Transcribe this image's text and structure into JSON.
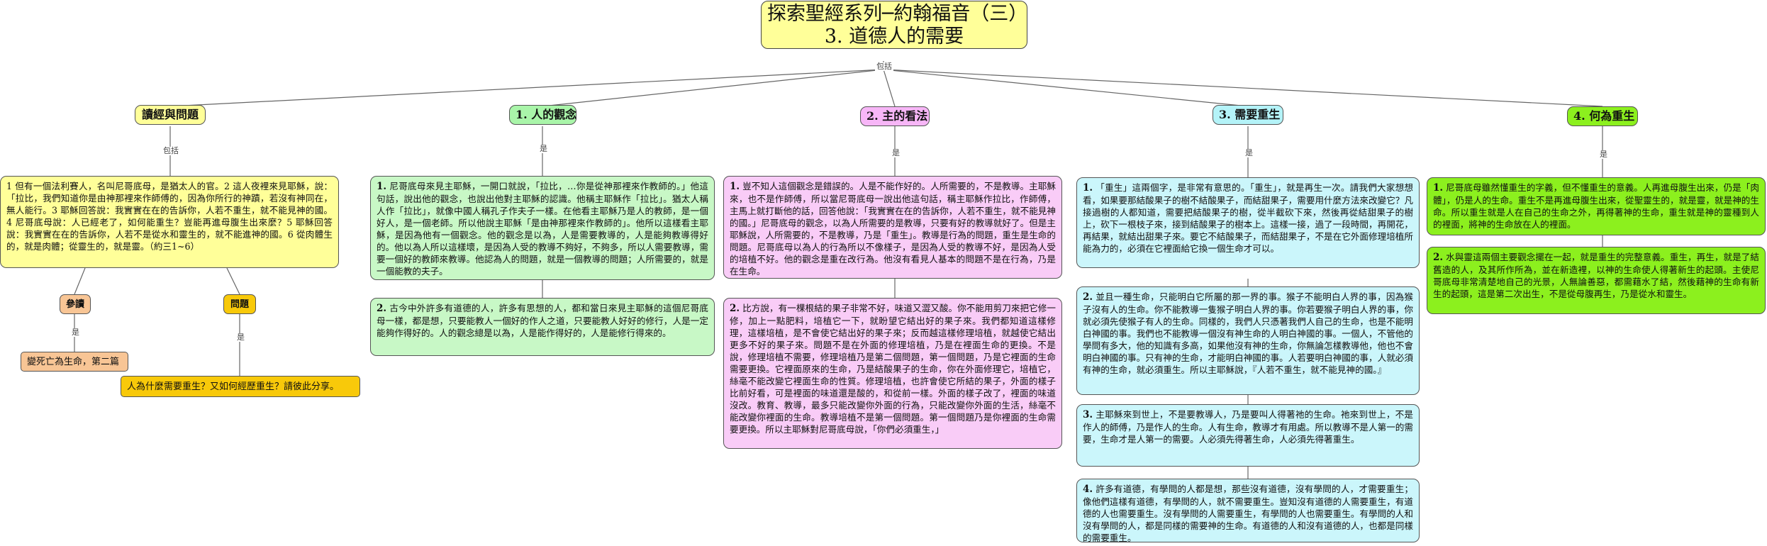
{
  "title": {
    "line1": "探索聖經系列─約翰福音（三）",
    "line2": "3. 道德人的需要"
  },
  "labels": {
    "includes": "包括",
    "is": "是"
  },
  "branches": [
    {
      "label": "讀經與問題"
    },
    {
      "label": "1. 人的觀念"
    },
    {
      "label": "2. 主的看法"
    },
    {
      "label": "3. 需要重生"
    },
    {
      "label": "4. 何為重生"
    }
  ],
  "reading": {
    "text": "1 但有一個法利賽人，名叫尼哥底母，是猶太人的官。2 這人夜裡來見耶穌，說：「拉比，我們知道你是由神那裡來作師傅的，因為你所行的神蹟，若沒有神同在，無人能行。3 耶穌回答說：我實實在在的告訴你，人若不重生，就不能見神的國。4 尼哥底母說：人已經老了，如何能重生？豈能再進母腹生出來麼？5 耶穌回答說：我實實在在的告訴你，人若不是從水和靈生的，就不能進神的國。6 從肉體生的，就是肉體；從靈生的，就是靈。（約三1~6）",
    "reference_label": "參讀",
    "reference_text": "變死亡為生命，第二篇",
    "question_label": "問題",
    "question_text": "人為什麼需要重生？又如何經歷重生？請彼此分享。"
  },
  "concept": [
    {
      "num": "1.",
      "text": "尼哥底母來見主耶穌，一開口就說，「拉比，…你是從神那裡來作教師的。」他這句話，說出他的觀念，也說出他對主耶穌的認識。他稱主耶穌作「拉比」。猶太人稱人作「拉比」，就像中國人稱孔子作夫子一樣。在他看主耶穌乃是人的教師，是一個好人，是一個老師。所以他說主耶穌「是由神那裡來作教師的」。他所以這樣看主耶穌，是因為他有一個觀念。他的觀念是以為，人是需要教導的，人是能夠教導得好的。他以為人所以這樣壞，是因為人受的教導不夠好，不夠多，所以人需要教導，需要一個好的教師來教導。他認為人的問題，就是一個教導的問題；人所需要的，就是一個能教的夫子。"
    },
    {
      "num": "2.",
      "text": "古今中外許多有道德的人，許多有思想的人，都和當日來見主耶穌的這個尼哥底母一樣，都是想，只要能教人一個好的作人之道，只要能教人好好的修行，人是一定能夠作得好的。人的觀念總是以為，人是能作得好的，人是能修行得來的。"
    }
  ],
  "view": [
    {
      "num": "1.",
      "text": "豈不知人這個觀念是錯誤的。人是不能作好的。人所需要的，不是教導。主耶穌來，也不是作師傅，所以當尼哥底母一說出他這句話，稱主耶穌作拉比，作師傅，主馬上就打斷他的話，回答他說：「我實實在在的告訴你，人若不重生，就不能見神的國。」尼哥底母的觀念，以為人所需要的是教導，只要有好的教導就好了。但是主耶穌說，人所需要的，不是教導，乃是「重生」。教導是行為的問題，重生是生命的問題。尼哥底母以為人的行為所以不像樣子，是因為人受的教導不好，是因為人受的培植不好。他的觀念是重在改行為。他沒有看見人基本的問題不是在行為，乃是在生命。"
    },
    {
      "num": "2.",
      "text": "比方說，有一棵根結的果子非常不好，味道又澀又酸。你不能用剪刀來把它修一修，加上一點肥料，培植它一下，就盼望它結出好的果子來。我們都知道這樣修理，這樣培植，是不會使它結出好的果子來；反而越這樣修理培植，就越使它結出更多不好的果子來。問題不是在外面的修理培植，乃是在裡面生命的更換。不是說，修理培植不需要，修理培植乃是第二個問題，第一個問題，乃是它裡面的生命需要更換。它裡面原來的生命，乃是結酸果子的生命，你在外面修理它，培植它，絲毫不能改變它裡面生命的性質。修理培植，也許會使它所結的果子，外面的樣子比前好看，可是裡面的味道還是酸的，和從前一樣。外面的樣子改了，裡面的味道沒改。教育、教導，最多只能改變你外面的行為，只能改變你外面的生活，絲毫不能改變你裡面的生命。教導培植不是第一個問題。第一個問題乃是你裡面的生命需要更換。所以主耶穌對尼哥底母說，「你們必須重生，」"
    }
  ],
  "need": [
    {
      "num": "1.",
      "text": "「重生」這兩個字，是非常有意思的。「重生」，就是再生一次。請我們大家想想看，如果要那結酸果子的樹不結酸果子，而結甜果子，需要用什麼方法來改變它？凡接過樹的人都知道，需要把結酸果子的樹，從半截砍下來，然後再從結甜果子的樹上，砍下一根枝子來，接到結酸果子的樹本上。這樣一接，過了一段時間，再開花，再結果，就結出甜果子來。要它不結酸果子，而結甜果子，不是在它外面修理培植所能為力的，必須在它裡面給它換一個生命才可以。"
    },
    {
      "num": "2.",
      "text": "並且一種生命，只能明白它所屬的那一界的事。猴子不能明白人界的事，因為猴子沒有人的生命。你不能教導一隻猴子明白人界的事。你若要猴子明白人界的事，你就必須先使猴子有人的生命。同樣的，我們人只憑著我們人自己的生命，也是不能明白神國的事。我們也不能教導一個沒有神生命的人明白神國的事。一個人，不管他的學問有多大，他的知識有多高，如果他沒有神的生命，你無論怎樣教導他，他也不會明白神國的事。只有神的生命，才能明白神國的事。人若要明白神國的事，人就必須有神的生命，就必須重生。所以主耶穌說，『人若不重生，就不能見神的國。』"
    },
    {
      "num": "3.",
      "text": "主耶穌來到世上，不是要教導人，乃是要叫人得著祂的生命。祂來到世上，不是作人的師傅，乃是作人的生命。人有生命，教導才有用處。所以教導不是人第一的需要，生命才是人第一的需要。人必須先得著生命，人必須先得著重生。"
    },
    {
      "num": "4.",
      "text": "許多有道德，有學問的人都是想，那些沒有道德，沒有學問的人，才需要重生；像他們這樣有道德，有學問的人，就不需要重生。豈知沒有道德的人需要重生，有道德的人也需要重生。沒有學問的人需要重生，有學問的人也需要重生。有學問的人和沒有學問的人，都是同樣的需要神的生命。有道德的人和沒有道德的人，也都是同樣的需要重生。"
    }
  ],
  "what": [
    {
      "num": "1.",
      "text": "尼哥底母雖然懂重生的字義，但不懂重生的意義。人再進母腹生出來，仍是「肉體」，仍是人的生命。重生不是再進母腹生出來，從聖靈生的，就是靈，就是神的生命。所以重生就是人在自己的生命之外，再得著神的生命，重生就是神的靈種到人的裡面，將神的生命放在人的裡面。"
    },
    {
      "num": "2.",
      "text": "水與靈這兩個主要觀念擺在一起，就是重生的完整意義。重生，再生，就是了結舊造的人，及其所作所為，並在新造裡，以神的生命使人得著新生的起頭。主使尼哥底母非常清楚地自己的光景，人無論善惡，都需藉水了結，然後藉神的生命有新生的起頭，這是第二次出生，不是從母腹再生，乃是從水和靈生。"
    }
  ],
  "colors": {
    "title": "#ffff99",
    "reading": "#ffff99",
    "concept": "#a9f5a9",
    "view": "#f7b6f7",
    "need": "#b4f3f8",
    "what": "#8cf01e",
    "reference": "#f8c595",
    "question": "#f8c90a"
  }
}
